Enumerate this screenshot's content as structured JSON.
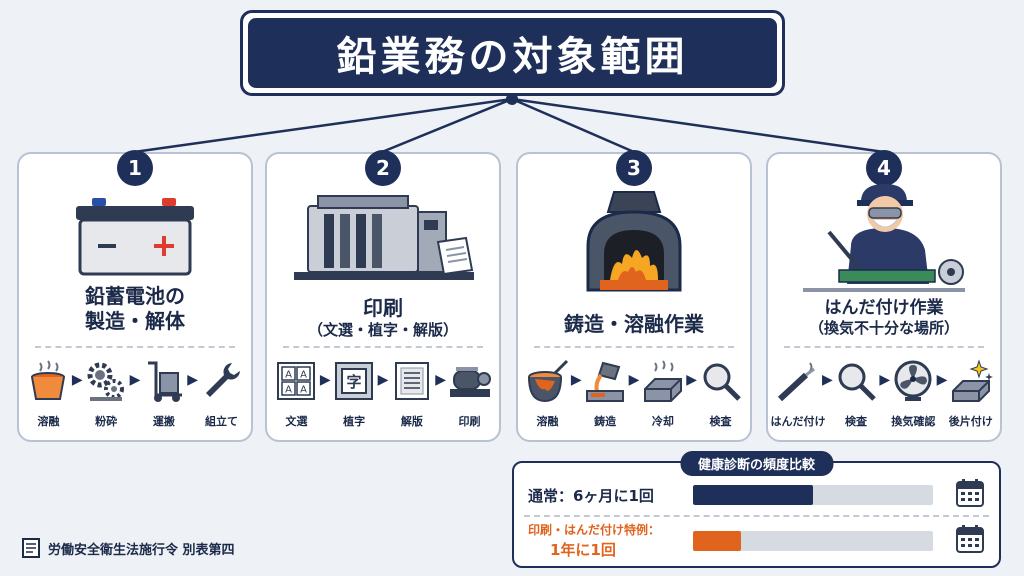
{
  "title": "鉛業務の対象範囲",
  "panels": [
    {
      "number": "1",
      "title_lines": [
        "鉛蓄電池の",
        "製造・解体"
      ],
      "steps": [
        {
          "label": "溶融",
          "icon": "melting-pot-icon"
        },
        {
          "label": "粉砕",
          "icon": "gears-icon"
        },
        {
          "label": "運搬",
          "icon": "hand-truck-icon"
        },
        {
          "label": "組立て",
          "icon": "wrench-icon"
        }
      ]
    },
    {
      "number": "2",
      "title_main": "印刷",
      "title_sub": "（文選・植字・解版）",
      "steps": [
        {
          "label": "文選",
          "icon": "type-grid-icon"
        },
        {
          "label": "植字",
          "icon": "character-block-icon"
        },
        {
          "label": "解版",
          "icon": "document-icon"
        },
        {
          "label": "印刷",
          "icon": "printing-roller-icon"
        }
      ],
      "glyphs": {
        "a": "A",
        "ji": "字"
      }
    },
    {
      "number": "3",
      "title_main": "鋳造・溶融作業",
      "steps": [
        {
          "label": "溶融",
          "icon": "molten-pot-icon"
        },
        {
          "label": "鋳造",
          "icon": "pouring-ladle-icon"
        },
        {
          "label": "冷却",
          "icon": "cooling-block-icon"
        },
        {
          "label": "検査",
          "icon": "magnifier-icon"
        }
      ]
    },
    {
      "number": "4",
      "title_main": "はんだ付け作業",
      "title_sub": "（換気不十分な場所）",
      "steps": [
        {
          "label": "はんだ付け",
          "icon": "soldering-iron-icon"
        },
        {
          "label": "検査",
          "icon": "magnifier-icon"
        },
        {
          "label": "換気確認",
          "icon": "fan-icon"
        },
        {
          "label": "後片付け",
          "icon": "sparkle-clean-icon"
        }
      ]
    }
  ],
  "frequency": {
    "title": "健康診断の頻度比較",
    "rows": [
      {
        "label": "通常：6ヶ月に1回",
        "fill": 0.5,
        "color": "#1e2f5a"
      },
      {
        "label_top": "印刷・はんだ付け特例：",
        "label_bottom": "1年に1回",
        "fill": 0.2,
        "color": "#e0641e"
      }
    ]
  },
  "source": "労働安全衛生法施行令 別表第四",
  "colors": {
    "navy": "#1e2f5a",
    "orange": "#e0641e",
    "red": "#e03b2f",
    "flame": "#f5a623"
  }
}
